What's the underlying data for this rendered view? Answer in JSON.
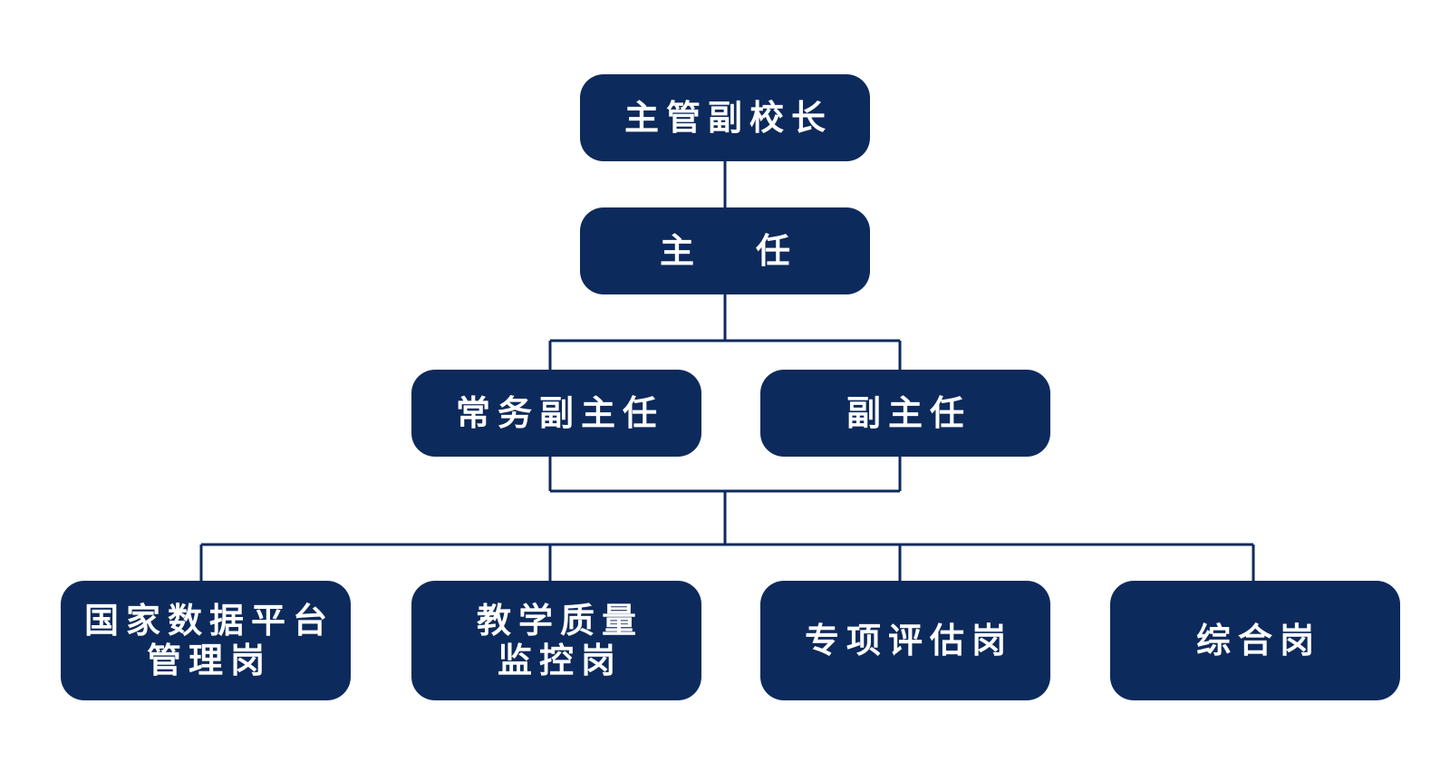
{
  "colors": {
    "node_fill": "#0d2a5c",
    "node_text": "#ffffff",
    "connector": "#0d2a5c",
    "background": "#ffffff"
  },
  "nodes": {
    "vice_principal": [
      "主管副校长"
    ],
    "director": [
      "主任"
    ],
    "executive_deputy_director": [
      "常务副主任"
    ],
    "deputy_director": [
      "副主任"
    ],
    "post_data_platform": [
      "国家数据平台",
      "管理岗"
    ],
    "post_quality_monitoring": [
      "教学质量",
      "监控岗"
    ],
    "post_special_evaluation": [
      "专项评估岗"
    ],
    "post_general": [
      "综合岗"
    ]
  }
}
